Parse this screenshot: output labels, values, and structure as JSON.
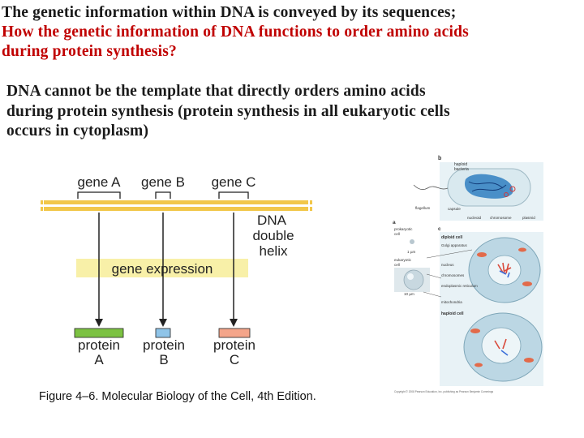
{
  "heading": {
    "line1": "The genetic information within DNA is conveyed by its sequences;",
    "line2": "How the genetic information of DNA functions to order amino acids",
    "line3": "during protein synthesis?"
  },
  "body": {
    "line1": "DNA cannot be the template that directly orders amino acids",
    "line2": "during protein synthesis (protein synthesis in all eukaryotic cells",
    "line3": "occurs in cytoplasm)"
  },
  "figure_left": {
    "genes": [
      "gene A",
      "gene B",
      "gene C"
    ],
    "dna_label": [
      "DNA",
      "double",
      "helix"
    ],
    "expression_label": "gene expression",
    "proteins": [
      {
        "line1": "protein",
        "line2": "A",
        "color": "#7cc242"
      },
      {
        "line1": "protein",
        "line2": "B",
        "color": "#8fc4e8"
      },
      {
        "line1": "protein",
        "line2": "C",
        "color": "#f4a58a"
      }
    ],
    "caption": "Figure 4–6. Molecular Biology of the Cell, 4th Edition.",
    "colors": {
      "dna": "#f2c74a",
      "expression_band": "#f8f0a8"
    }
  },
  "figure_right": {
    "panel_b_letter": "b",
    "panel_a_letter": "a",
    "panel_c_letter": "c",
    "bacteria_label": [
      "haploid",
      "bacteria"
    ],
    "bottom_labels": [
      "flagellum",
      "capsule",
      "nucleoid",
      "chromosome",
      "plasmid"
    ],
    "prokaryotic_label": [
      "prokaryotic",
      "cell"
    ],
    "scale1": "1 µm",
    "eukaryotic_label": [
      "eukaryotic",
      "cell"
    ],
    "scale2": "10 µm",
    "diploid_label": "diploid cell",
    "organelles": [
      "Golgi apparatus",
      "nucleus",
      "chromosomes",
      "endoplasmic reticulum",
      "mitochondria"
    ],
    "haploid_label": "haploid cell",
    "copyright": "Copyright © 2008 Pearson Education, Inc. publishing as Pearson Benjamin Cummings"
  }
}
